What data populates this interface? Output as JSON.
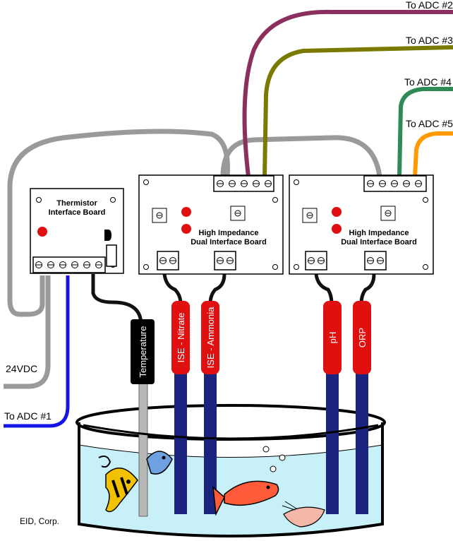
{
  "labels": {
    "adc1": "To ADC #1",
    "adc2": "To ADC #2",
    "adc3": "To ADC #3",
    "adc4": "To ADC #4",
    "adc5": "To ADC #5",
    "power": "24VDC",
    "credit": "EID, Corp."
  },
  "boards": {
    "thermistor": {
      "line1": "Thermistor",
      "line2": "Interface Board"
    },
    "hi_z_1": {
      "line1": "High Impedance",
      "line2": "Dual Interface Board"
    },
    "hi_z_2": {
      "line1": "High Impedance",
      "line2": "Dual Interface Board"
    }
  },
  "probes": {
    "temperature": "Temperature",
    "nitrate": "ISE - Nitrate",
    "ammonia": "ISE - Ammonia",
    "ph": "pH",
    "orp": "ORP"
  },
  "colors": {
    "cable_gray": "#9a9a9a",
    "adc1_blue": "#1414e6",
    "adc2_purple": "#8b2f5e",
    "adc3_olive": "#7a7a00",
    "adc4_green": "#2e8b57",
    "adc5_orange": "#ff9a00",
    "probe_red": "#e01010",
    "probe_navy": "#1a237e",
    "water": "#c8f0f8"
  }
}
